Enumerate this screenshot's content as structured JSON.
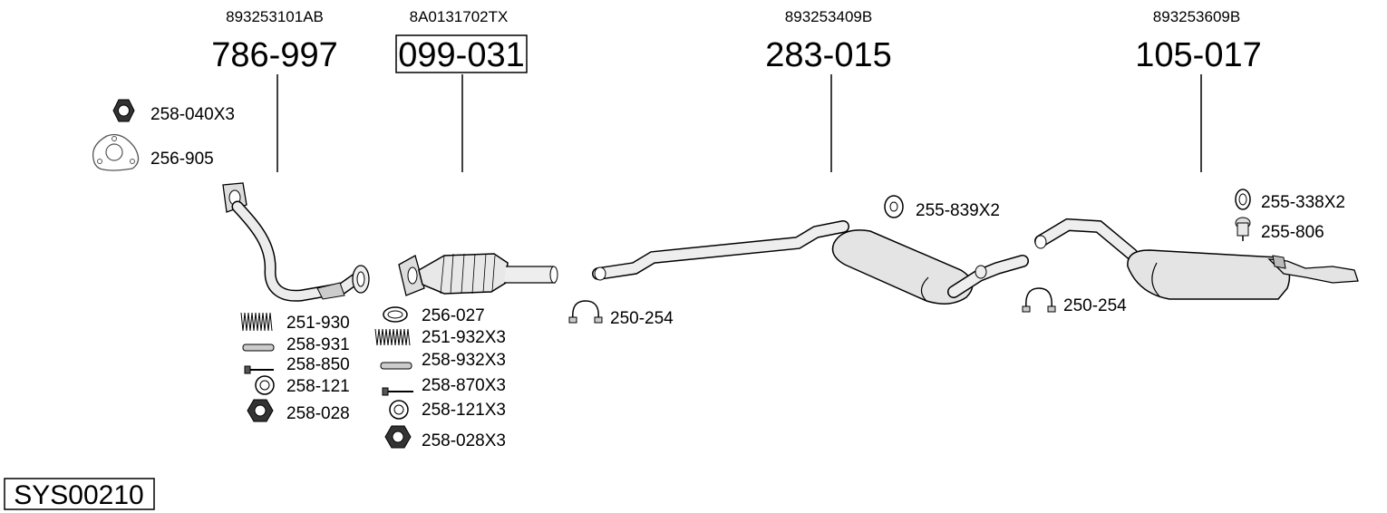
{
  "groups": [
    {
      "oem": "893253101AB",
      "number": "786-997",
      "boxed": false
    },
    {
      "oem": "8A0131702TX",
      "number": "099-031",
      "boxed": true
    },
    {
      "oem": "893253409B",
      "number": "283-015",
      "boxed": false
    },
    {
      "oem": "893253609B",
      "number": "105-017",
      "boxed": false
    }
  ],
  "parts": {
    "p258_040x3": "258-040X3",
    "p256_905": "256-905",
    "p251_930": "251-930",
    "p258_931": "258-931",
    "p258_850": "258-850",
    "p258_121": "258-121",
    "p258_028": "258-028",
    "p256_027": "256-027",
    "p251_932x3": "251-932X3",
    "p258_932x3": "258-932X3",
    "p258_870x3": "258-870X3",
    "p258_121x3": "258-121X3",
    "p258_028x3": "258-028X3",
    "p250_254_a": "250-254",
    "p255_839x2": "255-839X2",
    "p250_254_b": "250-254",
    "p255_338x2": "255-338X2",
    "p255_806": "255-806"
  },
  "system_code": "SYS00210"
}
